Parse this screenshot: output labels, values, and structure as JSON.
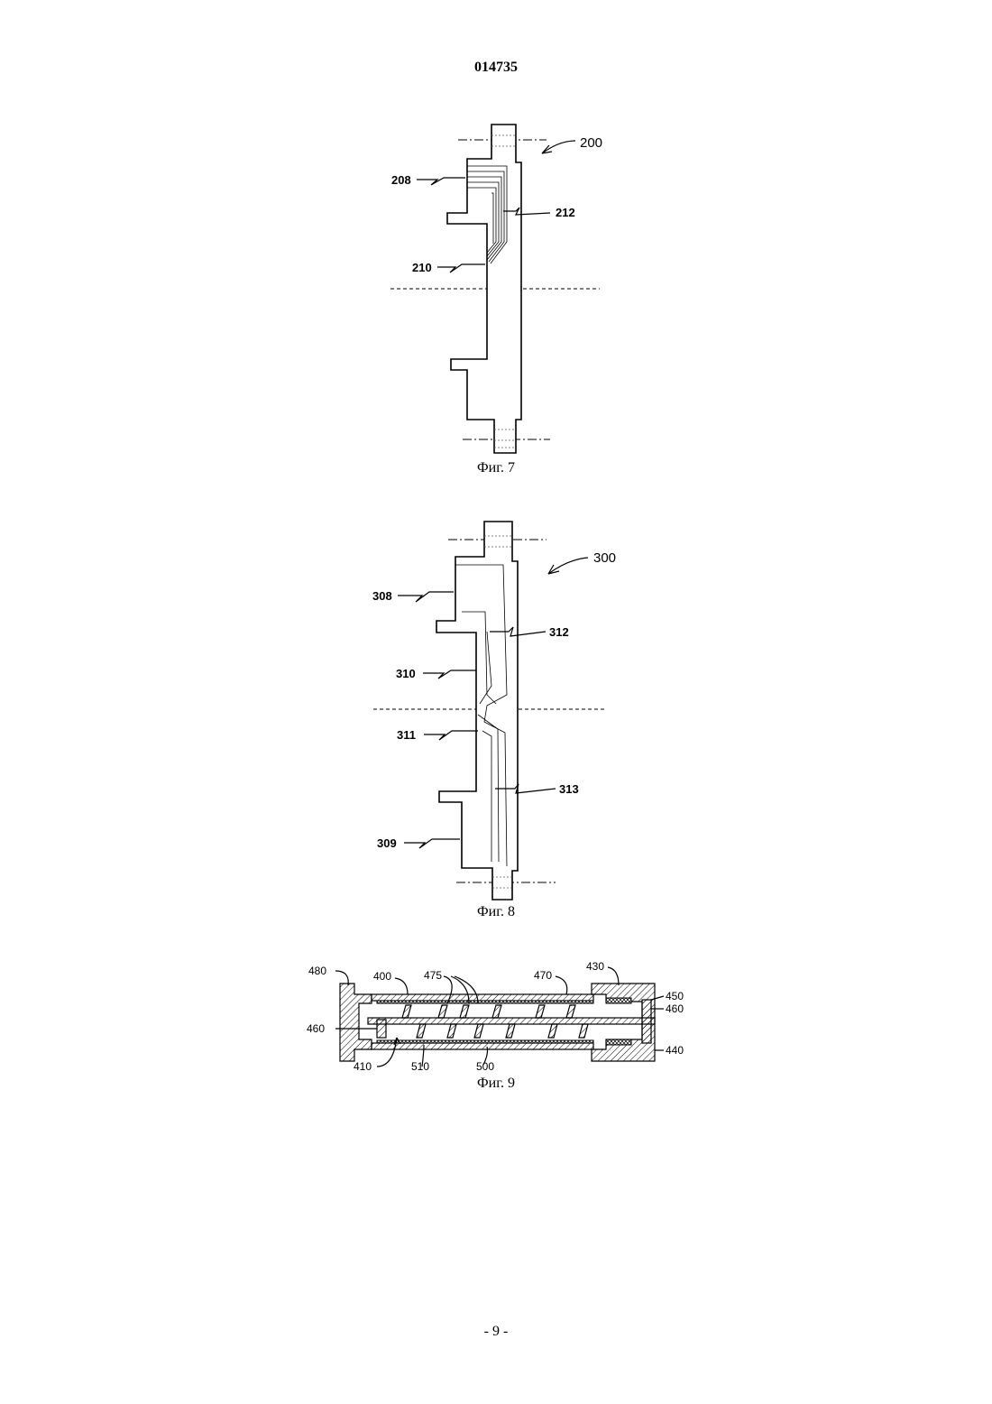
{
  "document": {
    "number": "014735",
    "page_number": "- 9 -"
  },
  "figures": [
    {
      "caption": "Фиг. 7",
      "labels": {
        "main": "200",
        "a": "208",
        "b": "212",
        "c": "210"
      }
    },
    {
      "caption": "Фиг. 8",
      "labels": {
        "main": "300",
        "a": "308",
        "b": "312",
        "c": "310",
        "d": "311",
        "e": "313",
        "f": "309"
      }
    },
    {
      "caption": "Фиг. 9",
      "labels": {
        "l480": "480",
        "l400": "400",
        "l475": "475",
        "l470": "470",
        "l430": "430",
        "l450": "450",
        "l460r": "460",
        "l460l": "460",
        "l440": "440",
        "l410": "410",
        "l510": "510",
        "l500": "500"
      }
    }
  ]
}
